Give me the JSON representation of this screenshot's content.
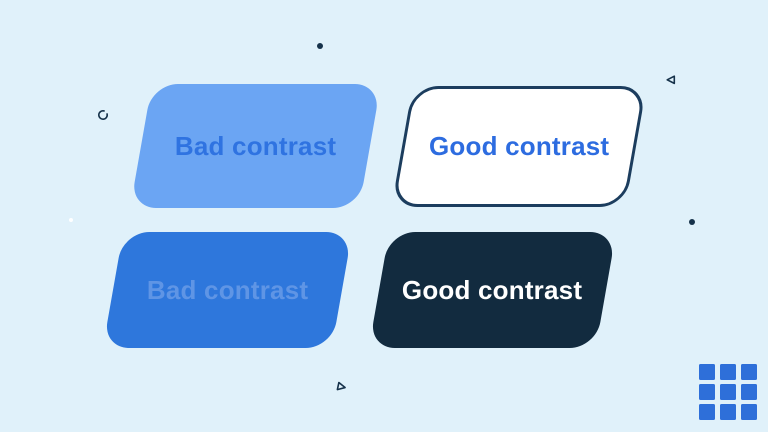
{
  "illustration": {
    "theme": "color-contrast-comparison",
    "background_color": "#E0F1FA"
  },
  "cards": [
    {
      "variant": "light-blue-solid",
      "label": "Bad contrast",
      "bg": "#6BA5F3",
      "text_color": "#2F73E1"
    },
    {
      "variant": "white-outlined",
      "label": "Good contrast",
      "bg": "#FFFFFF",
      "text_color": "#2D6CE0",
      "border_color": "#1C3D5E"
    },
    {
      "variant": "blue-solid",
      "label": "Bad contrast",
      "bg": "#2E77DC",
      "text_color": "#5F95E5"
    },
    {
      "variant": "dark-navy-solid",
      "label": "Good contrast",
      "bg": "#122B3F",
      "text_color": "#FFFFFF"
    }
  ],
  "logo": {
    "name": "grid-logo",
    "color": "#2E6FD9",
    "rows": 3,
    "cols": 3
  },
  "decorations": {
    "stroke_color": "#16324A",
    "items": [
      "navy-dot-top-center",
      "navy-dot-right",
      "white-dot-left",
      "triangle-outline-left-pointing",
      "triangle-outline-right-pointing",
      "open-circle-arc"
    ]
  }
}
